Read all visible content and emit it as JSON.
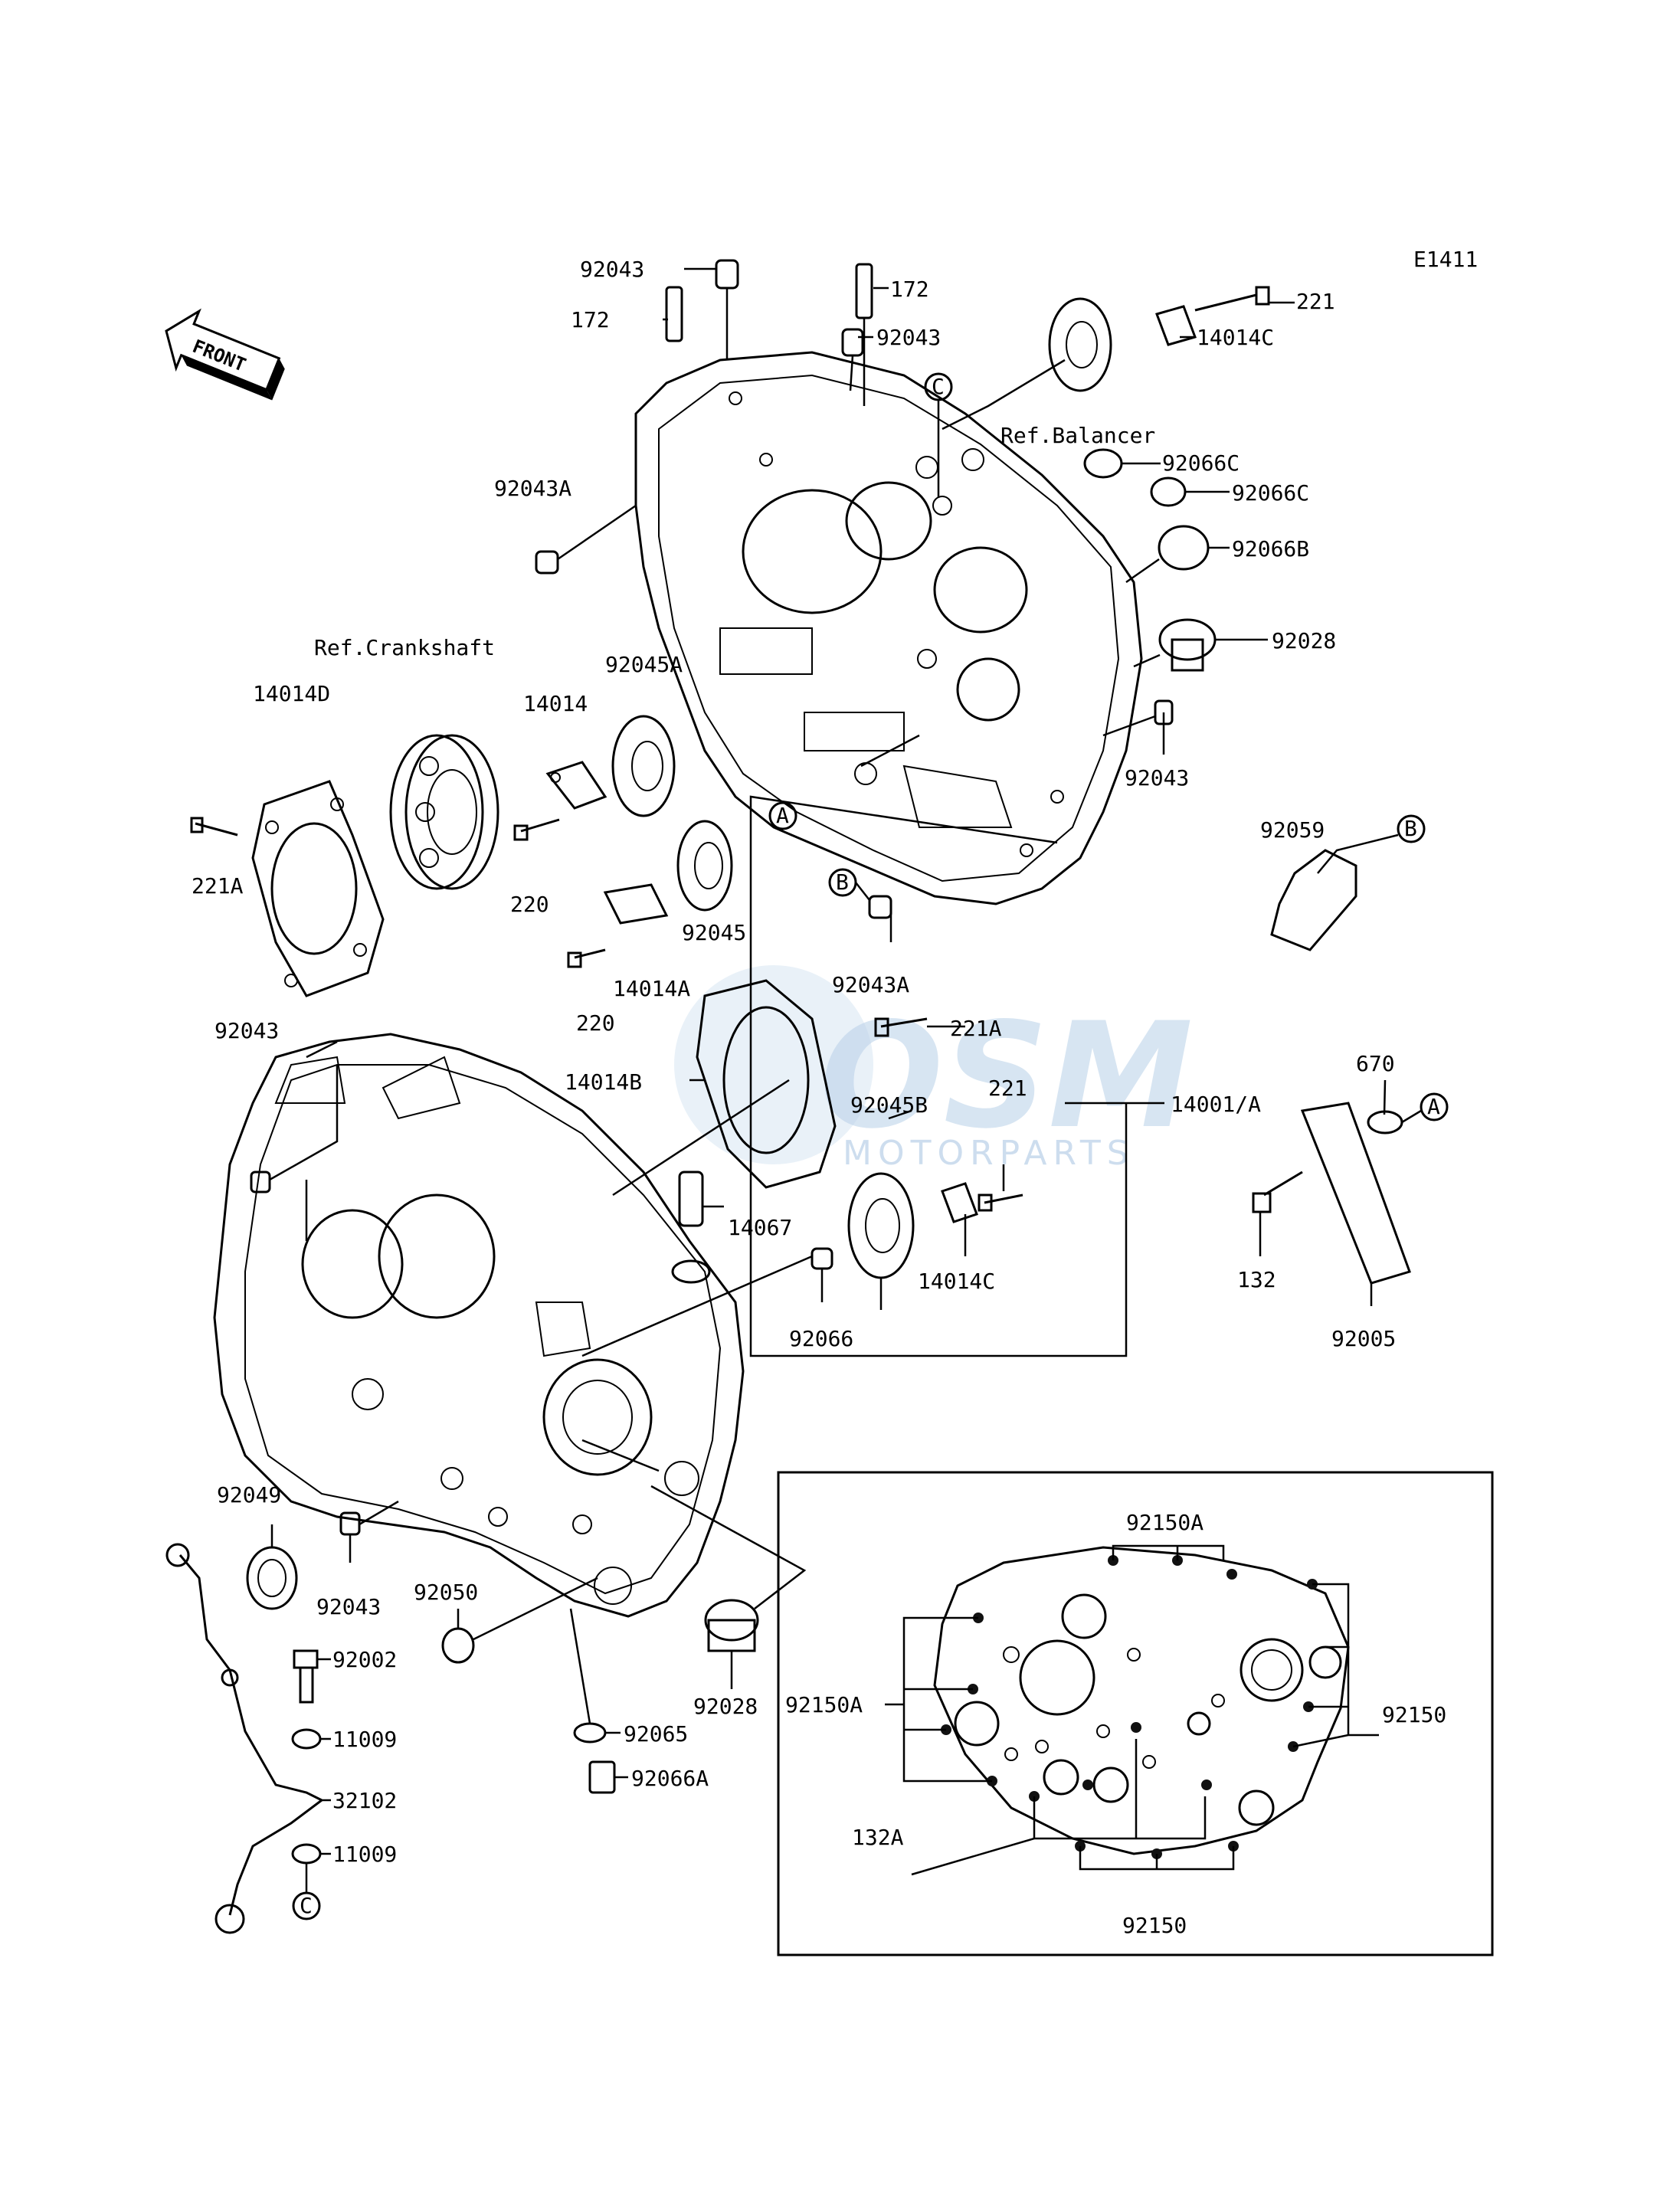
{
  "diagram_code": "E1411",
  "front_label": "FRONT",
  "watermark": {
    "logo": "OSM",
    "sub": "MOTORPARTS"
  },
  "callouts": {
    "A": "A",
    "B": "B",
    "C": "C"
  },
  "labels": {
    "p92043_top": "92043",
    "p172_left": "172",
    "p172_right": "172",
    "p92043_b": "92043",
    "p221_top": "221",
    "p14014C_top": "14014C",
    "ref_balancer": "Ref.Balancer",
    "p92066C_1": "92066C",
    "p92066C_2": "92066C",
    "p92066B": "92066B",
    "p92028_top": "92028",
    "p92043A_top": "92043A",
    "ref_crankshaft": "Ref.Crankshaft",
    "p14014D": "14014D",
    "p14014": "14014",
    "p92045A": "92045A",
    "p221A_left": "221A",
    "p220_a": "220",
    "p92045": "92045",
    "p14014A": "14014A",
    "p220_b": "220",
    "p92043A_mid": "92043A",
    "p92043_right": "92043",
    "p92059": "92059",
    "p221A_mid": "221A",
    "p221_mid": "221",
    "p14014B": "14014B",
    "p92045B": "92045B",
    "p14001A": "14001/A",
    "p670": "670",
    "p132": "132",
    "p92005": "92005",
    "p92043_left": "92043",
    "p14067": "14067",
    "p14014C_mid": "14014C",
    "p92066": "92066",
    "p92049": "92049",
    "p92043_bl": "92043",
    "p92050": "92050",
    "p92002": "92002",
    "p11009_a": "11009",
    "p32102": "32102",
    "p11009_b": "11009",
    "p92065": "92065",
    "p92066A": "92066A",
    "p92028_bot": "92028",
    "p92150A_top": "92150A",
    "p92150A_left": "92150A",
    "p92150_right": "92150",
    "p132A": "132A",
    "p92150_bot": "92150"
  }
}
